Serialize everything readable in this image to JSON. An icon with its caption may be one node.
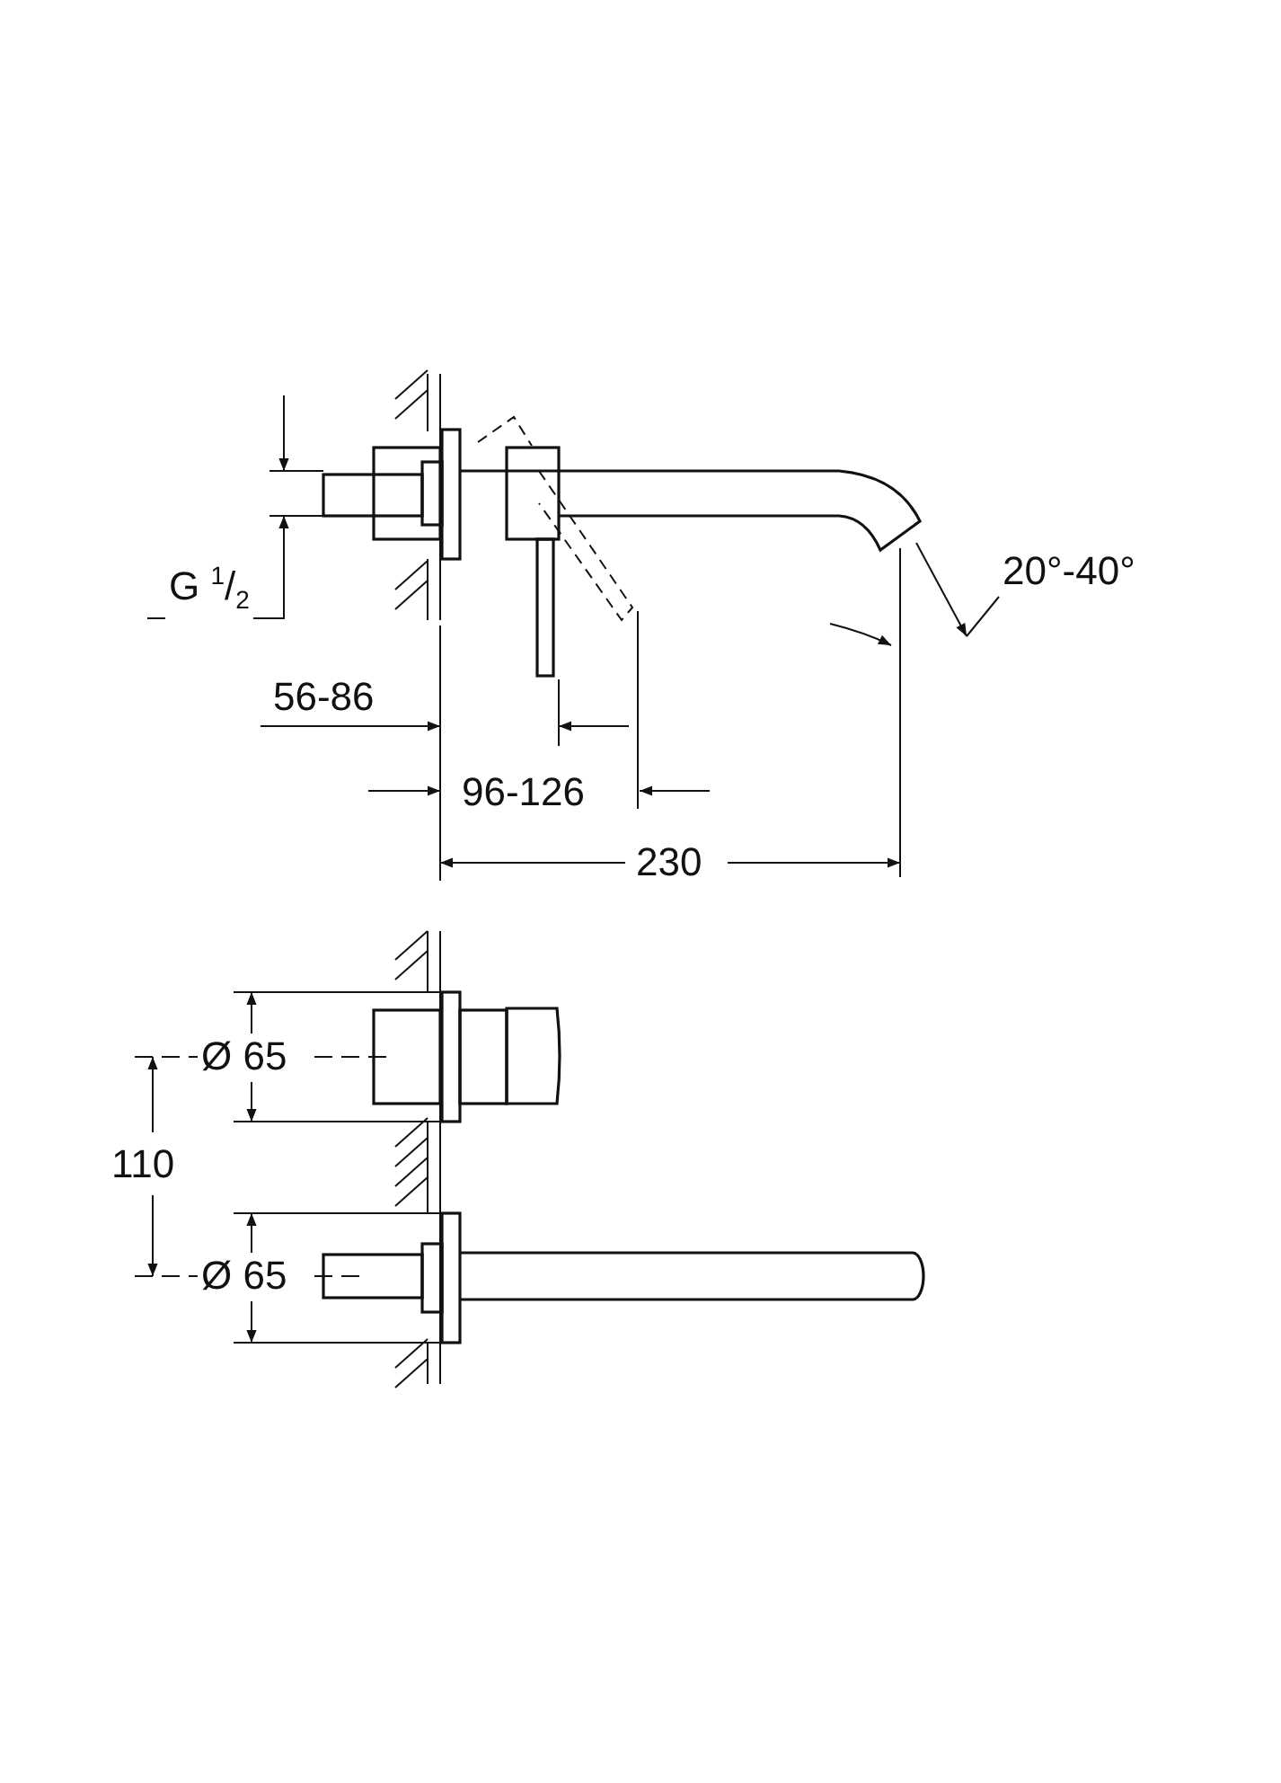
{
  "diagram": {
    "labels": [
      "G $^{1}$/$_{2}$",
      "20°-40°",
      "56-86",
      "96-126",
      "230",
      "Ø 65",
      "110",
      "Ø 65"
    ]
  }
}
